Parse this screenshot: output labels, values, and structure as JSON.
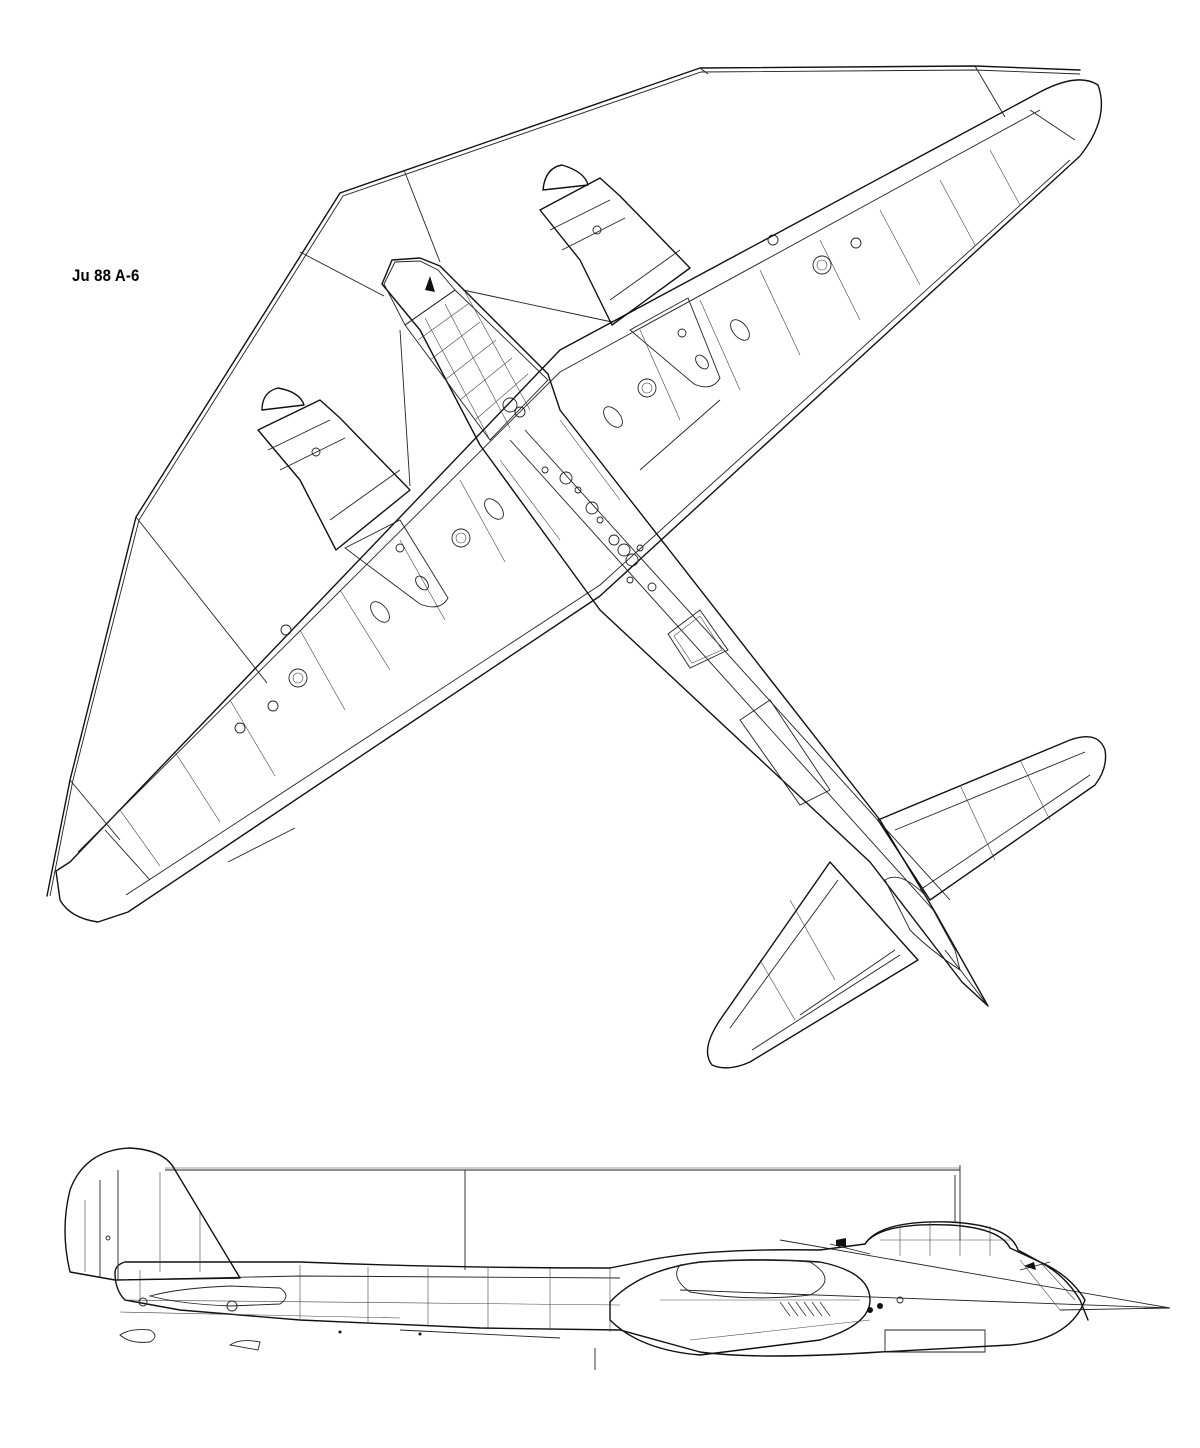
{
  "drawing": {
    "aircraft_label": "Ju 88 A-6",
    "views": [
      "plan-view",
      "side-view"
    ]
  },
  "colors": {
    "line": "#111111",
    "background": "#ffffff"
  }
}
